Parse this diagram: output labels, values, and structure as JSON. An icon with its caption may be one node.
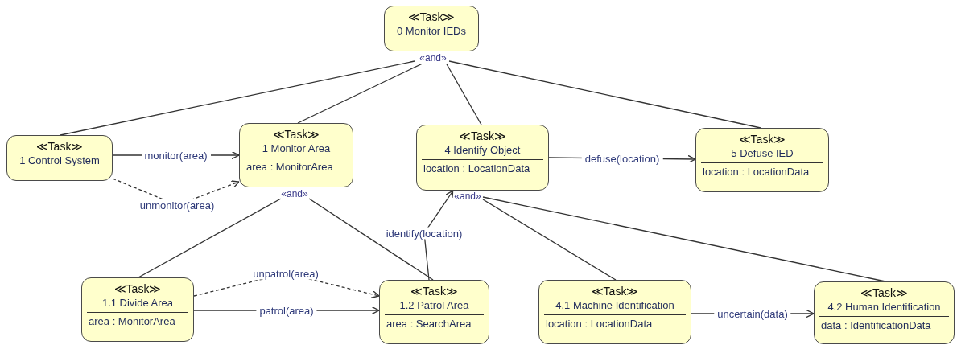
{
  "diagram": {
    "nodes": [
      {
        "text": [
          "≪Task≫",
          "0 Monitor IEDs"
        ],
        "beside": [
          "«and»"
        ]
      },
      {
        "text": [
          "≪Task≫",
          "1 Control System"
        ]
      },
      {
        "text": [
          "≪Task≫",
          "1 Monitor Area",
          "area : MonitorArea"
        ],
        "beside": [
          "«and»"
        ]
      },
      {
        "text": [
          "≪Task≫",
          "4 Identify Object",
          "location : LocationData"
        ],
        "beside": [
          "«and»"
        ]
      },
      {
        "text": [
          "≪Task≫",
          "5 Defuse IED",
          "location : LocationData"
        ]
      },
      {
        "text": [
          "≪Task≫",
          "1.1 Divide Area",
          "area : MonitorArea"
        ]
      },
      {
        "text": [
          "≪Task≫",
          "1.2 Patrol Area",
          "area : SearchArea"
        ]
      },
      {
        "text": [
          "≪Task≫",
          "4.1 Machine Identification",
          "location : LocationData"
        ]
      },
      {
        "text": [
          "≪Task≫",
          "4.2 Human Identification",
          "data : IdentificationData"
        ]
      }
    ],
    "edges": [
      {
        "from": 0,
        "to": 1,
        "arrow": "none"
      },
      {
        "from": 0,
        "to": 2,
        "arrow": "none"
      },
      {
        "from": 0,
        "to": 3,
        "arrow": "none"
      },
      {
        "from": 0,
        "to": 4,
        "arrow": "none"
      },
      {
        "from": 1,
        "to": 2,
        "arrow": "to",
        "label": "monitor(area)"
      },
      {
        "from": 1,
        "to": 2,
        "arrow": "to",
        "label": "unmonitor(area)",
        "style": "dashed"
      },
      {
        "from": 2,
        "to": 5,
        "arrow": "none"
      },
      {
        "from": 2,
        "to": 6,
        "arrow": "none"
      },
      {
        "from": 5,
        "to": 6,
        "arrow": "to",
        "label": "unpatrol(area)",
        "style": "dashed"
      },
      {
        "from": 5,
        "to": 6,
        "arrow": "to",
        "label": "patrol(area)"
      },
      {
        "from": 6,
        "to": 3,
        "arrow": "to",
        "label": "identify(location)"
      },
      {
        "from": 3,
        "to": 4,
        "arrow": "to",
        "label": "defuse(location)"
      },
      {
        "from": 3,
        "to": 7,
        "arrow": "none"
      },
      {
        "from": 3,
        "to": 8,
        "arrow": "none"
      },
      {
        "from": 7,
        "to": 8,
        "arrow": "to",
        "label": "uncertain(data)"
      }
    ]
  }
}
